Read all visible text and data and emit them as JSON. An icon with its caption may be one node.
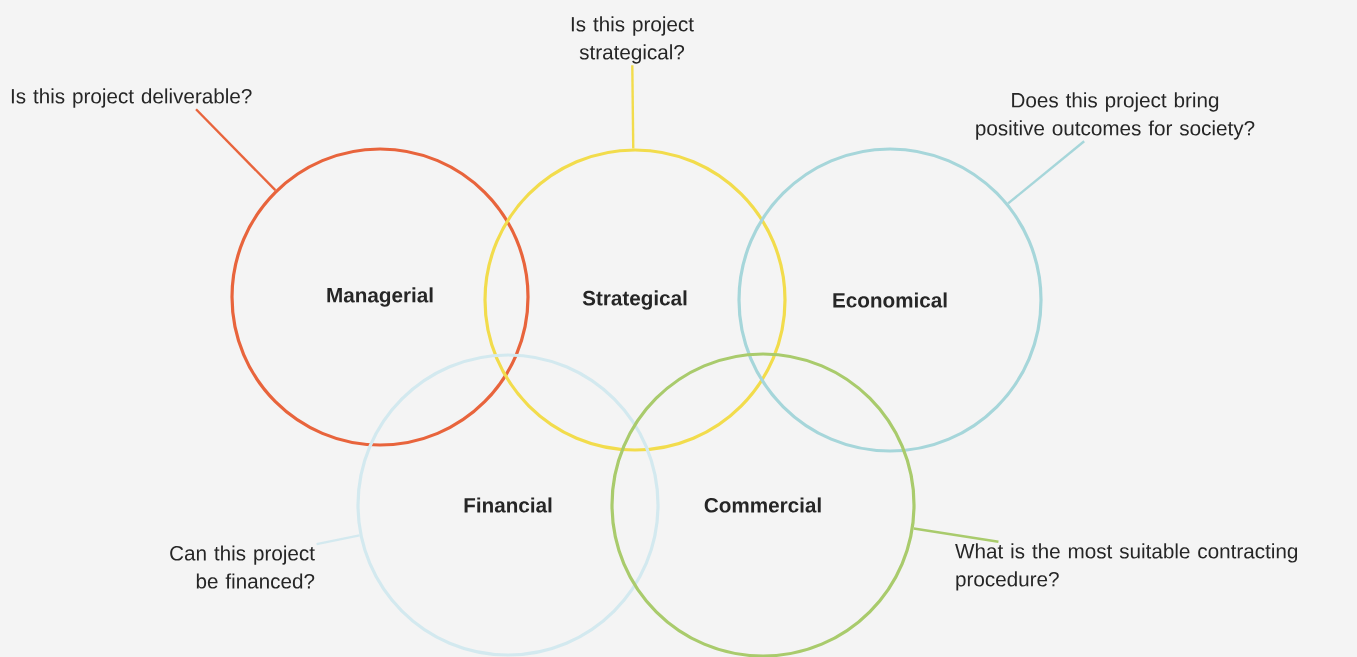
{
  "diagram": {
    "nodes": [
      {
        "text": [
          "Managerial"
        ]
      },
      {
        "text": [
          "Strategical"
        ]
      },
      {
        "text": [
          "Economical"
        ]
      },
      {
        "text": [
          "Financial"
        ]
      },
      {
        "text": [
          "Commercial"
        ]
      },
      {
        "text": [
          "Is this project deliverable?"
        ]
      },
      {
        "text": [
          "Is this project strategical?"
        ]
      },
      {
        "text": [
          "Does this project bring positive outcomes for society?"
        ]
      },
      {
        "text": [
          "Can this project be financed?"
        ]
      },
      {
        "text": [
          "What is the most suitable contracting procedure?"
        ]
      }
    ],
    "edges": [
      {
        "from": 5,
        "to": 0,
        "arrow": "none",
        "color": "#e8643c"
      },
      {
        "from": 6,
        "to": 1,
        "arrow": "none",
        "color": "#f2dc4c"
      },
      {
        "from": 7,
        "to": 2,
        "arrow": "none",
        "color": "#a6d6da"
      },
      {
        "from": 8,
        "to": 3,
        "arrow": "none",
        "color": "#d3e9ef"
      },
      {
        "from": 9,
        "to": 4,
        "arrow": "none",
        "color": "#a9cb6c"
      }
    ]
  }
}
